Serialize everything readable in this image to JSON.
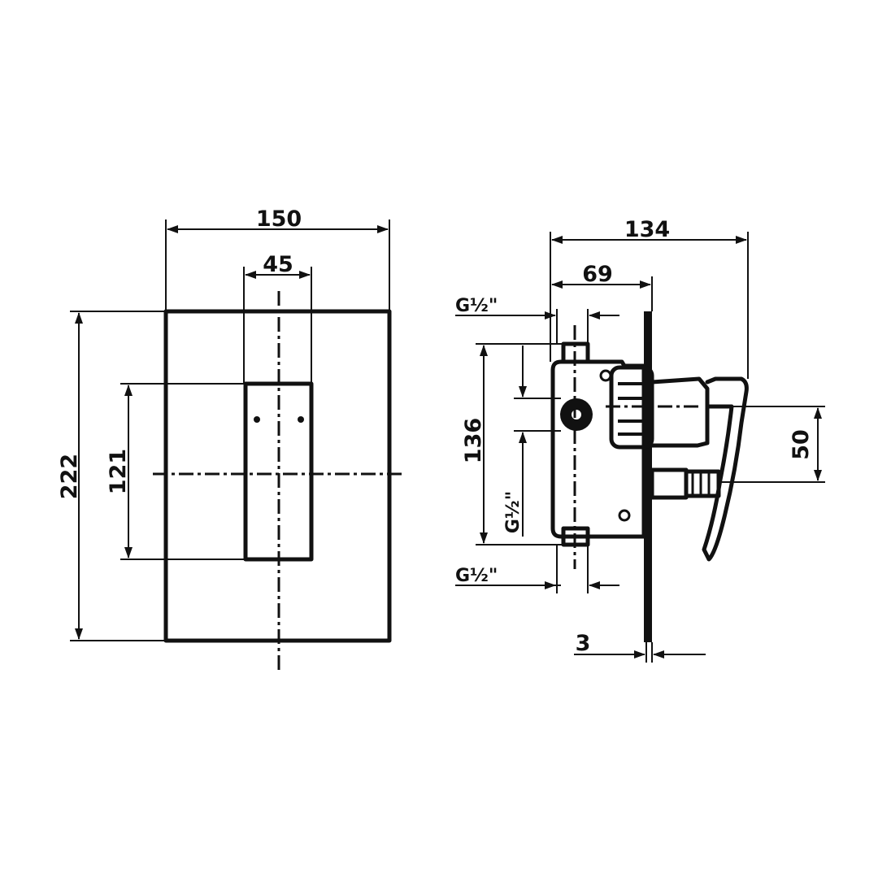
{
  "front_view": {
    "width_label": "150",
    "handle_width_label": "45",
    "height_label": "222",
    "handle_height_label": "121"
  },
  "side_view": {
    "depth_label": "134",
    "body_depth_label": "69",
    "body_height_label": "136",
    "outlet_spacing_label": "50",
    "plate_thickness_label": "3",
    "thread_top_label": "G½\"",
    "thread_mid_label": "G½\"",
    "thread_bottom_label": "G½\""
  }
}
